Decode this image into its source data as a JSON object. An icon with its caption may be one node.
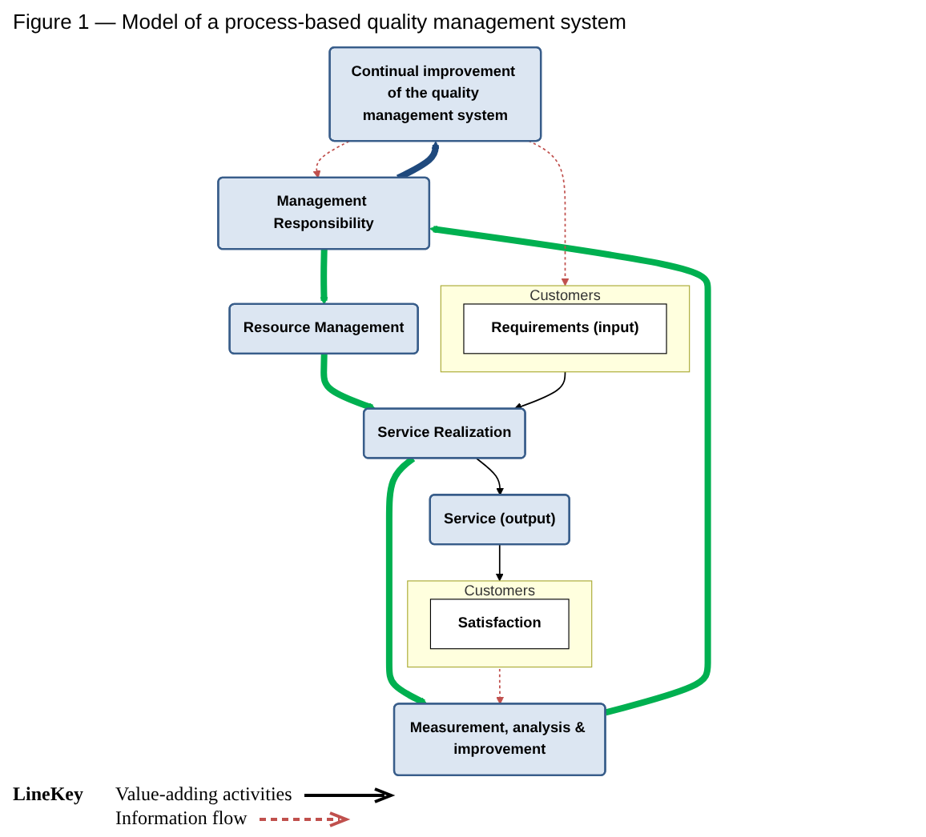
{
  "diagram": {
    "title": "Figure 1 — Model of a process-based quality management system",
    "nodes": [
      {
        "text": [
          "Continual improvement of the quality management system"
        ]
      },
      {
        "text": [
          "Customers"
        ]
      },
      {
        "text": [
          "Requirements (input)"
        ],
        "in": 1
      },
      {
        "text": [
          "Management Responsibility"
        ]
      },
      {
        "text": [
          "Resource Management"
        ]
      },
      {
        "text": [
          "Measurement, analysis & improvement"
        ]
      },
      {
        "text": [
          "Service Realization"
        ]
      },
      {
        "text": [
          "Customers"
        ]
      },
      {
        "text": [
          "Satisfaction"
        ],
        "in": 7
      },
      {
        "text": [
          "Service (output)"
        ]
      }
    ],
    "edges": [
      {
        "from": 0,
        "to": 1,
        "arrow": "to",
        "style": "dashed",
        "color": "#c0504d"
      },
      {
        "from": 0,
        "to": 3,
        "arrow": "to",
        "style": "dashed",
        "color": "#c0504d"
      },
      {
        "from": 3,
        "to": 4,
        "arrow": "to",
        "style": "thick",
        "color": "#00b050"
      },
      {
        "from": 4,
        "to": 6,
        "arrow": "to",
        "style": "thick",
        "color": "#00b050"
      },
      {
        "from": 6,
        "to": 5,
        "arrow": "to",
        "style": "thick",
        "color": "#00b050"
      },
      {
        "from": 5,
        "to": 3,
        "arrow": "to",
        "style": "thick",
        "color": "#00b050"
      },
      {
        "from": 3,
        "to": 0,
        "arrow": "to",
        "style": "thick",
        "color": "#1f497d"
      },
      {
        "from": 2,
        "to": 6,
        "arrow": "to",
        "color": "#000000"
      },
      {
        "from": 6,
        "to": 9,
        "arrow": "to",
        "color": "#000000"
      },
      {
        "from": 9,
        "to": 7,
        "arrow": "to",
        "color": "#000000"
      },
      {
        "from": 8,
        "to": 5,
        "arrow": "both",
        "style": "dashed",
        "color": "#c0504d"
      }
    ],
    "labels": [
      "LineKey"
    ],
    "legend": [
      {
        "text": "Value-adding activities"
      },
      {
        "text": "Information flow"
      }
    ]
  }
}
